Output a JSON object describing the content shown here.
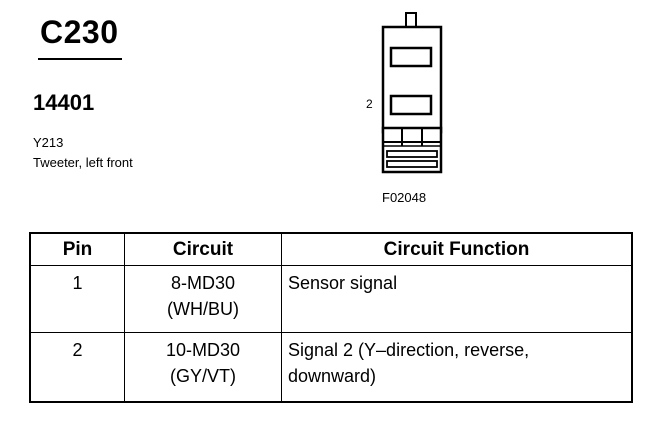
{
  "header": {
    "connector_id": "C230",
    "part_number": "14401",
    "component_id": "Y213",
    "component_desc": "Tweeter, left front"
  },
  "figure": {
    "pin_label": "2",
    "figure_id": "F02048"
  },
  "table": {
    "headers": [
      "Pin",
      "Circuit",
      "Circuit Function"
    ],
    "rows": [
      {
        "pin": "1",
        "circuit": [
          "8-MD30",
          "(WH/BU)"
        ],
        "function": [
          "Sensor signal"
        ]
      },
      {
        "pin": "2",
        "circuit": [
          "10-MD30",
          "(GY/VT)"
        ],
        "function": [
          "Signal 2 (Y–direction, reverse,",
          "downward)"
        ]
      }
    ]
  }
}
